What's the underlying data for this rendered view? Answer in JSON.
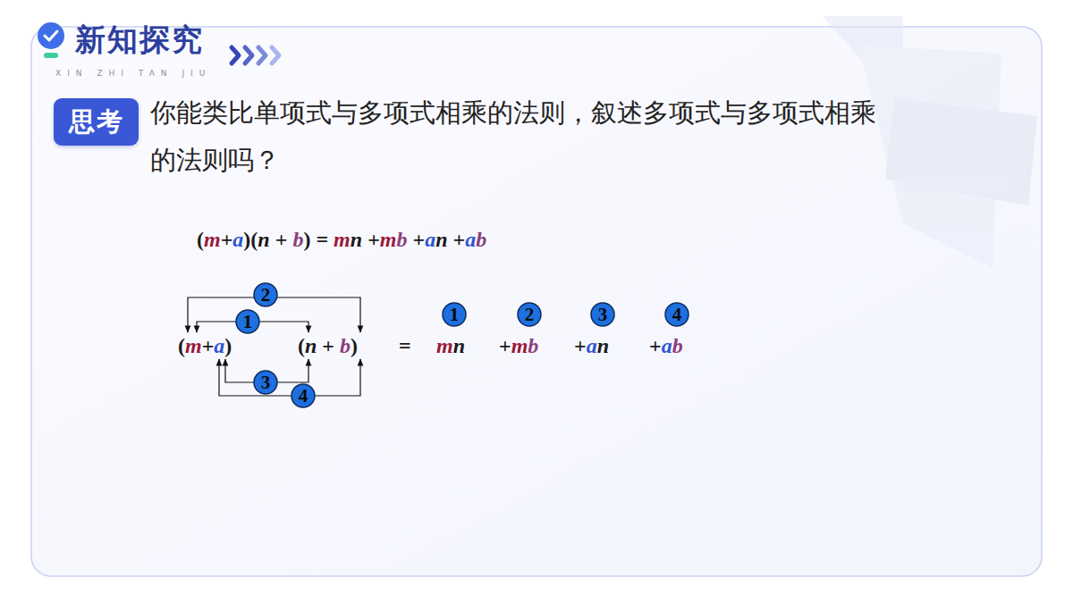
{
  "diagram": {
    "title": "新知探究",
    "nodes": [
      {
        "text": [
          "思考"
        ]
      },
      {
        "text": [
          "2"
        ]
      },
      {
        "text": [
          "1"
        ]
      },
      {
        "text": [
          "1"
        ]
      },
      {
        "text": [
          "2"
        ]
      },
      {
        "text": [
          "3"
        ]
      },
      {
        "text": [
          "4"
        ]
      },
      {
        "text": [
          "3"
        ]
      },
      {
        "text": [
          "4"
        ]
      }
    ],
    "labels": [
      "XIN ZHI TAN JIU",
      "你能类比单项式与多项式相乘的法则，叙述多项式与多项式相乘的法则吗？",
      "(m+a)(n + b) = mn +mb +an +ab",
      "(m+a)",
      "(n + b)",
      "=",
      "mn",
      "+mb",
      "+an",
      "+ab"
    ]
  }
}
